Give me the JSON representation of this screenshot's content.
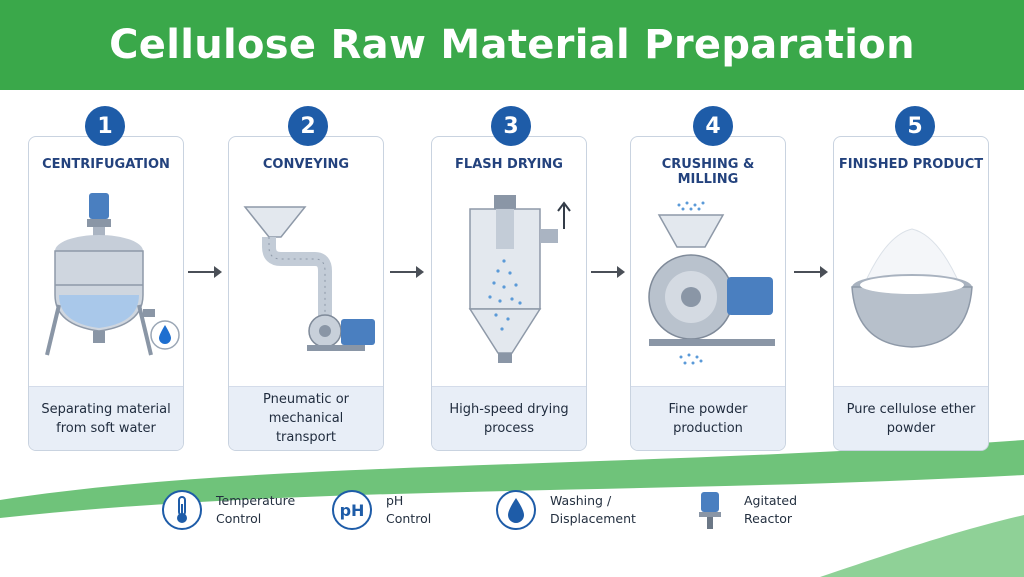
{
  "title": "Cellulose Raw Material Preparation",
  "colors": {
    "header": "#3aa84a",
    "step_circle": "#1e5ca8",
    "step_title": "#23427d",
    "water": "#1e6fd0"
  },
  "steps": [
    {
      "number": "1",
      "title": "CENTRIFUGATION",
      "desc": "Separating material from soft water",
      "icon": "centrifuge-vessel"
    },
    {
      "number": "2",
      "title": "CONVEYING",
      "desc": "Pneumatic or mechanical transport",
      "icon": "pneumatic-conveyor"
    },
    {
      "number": "3",
      "title": "FLASH DRYING",
      "desc": "High-speed drying process",
      "icon": "cyclone-dryer"
    },
    {
      "number": "4",
      "title": "CRUSHING & MILLING",
      "desc": "Fine powder production",
      "icon": "mill"
    },
    {
      "number": "5",
      "title": "FINISHED PRODUCT",
      "desc": "Pure cellulose ether powder",
      "icon": "powder-bowl"
    }
  ],
  "legend": [
    {
      "label": "Temperature\nControl",
      "icon": "thermometer"
    },
    {
      "label": "pH\nControl",
      "icon": "ph-badge"
    },
    {
      "label": "Washing /\nDisplacement",
      "icon": "water-drop"
    },
    {
      "label": "Agitated\nReactor",
      "icon": "agitator-motor"
    }
  ],
  "ph_text": "pH"
}
